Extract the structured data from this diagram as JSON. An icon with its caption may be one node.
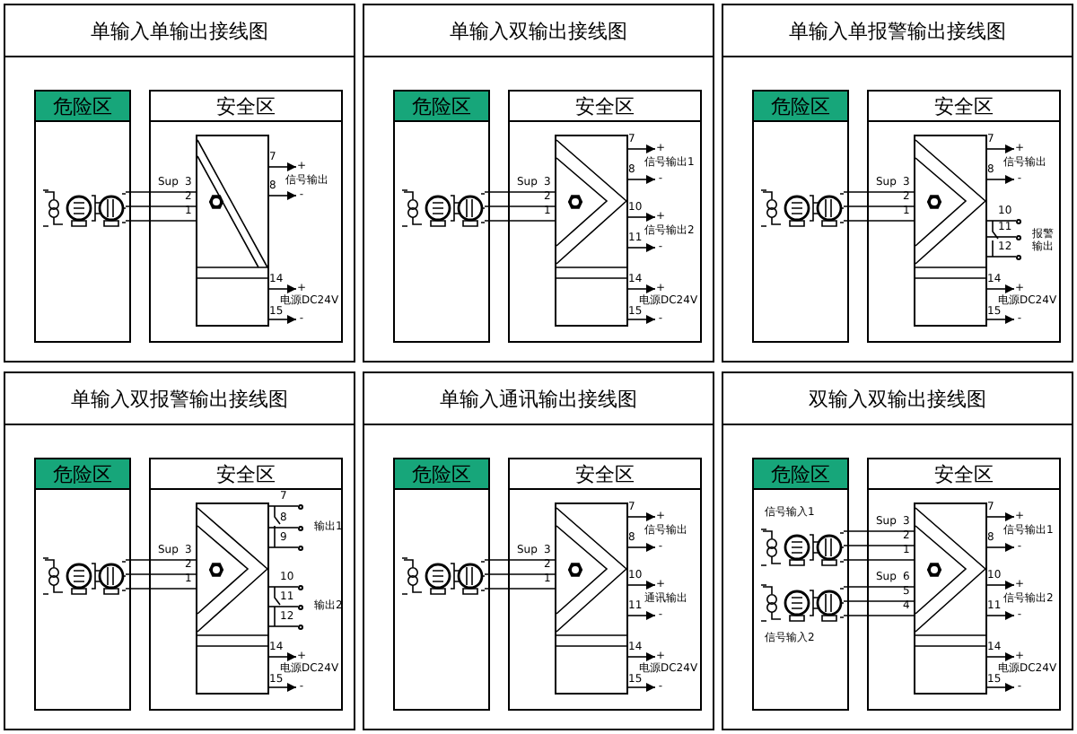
{
  "diagram": {
    "nodes": [
      {
        "text": [
          "单输入单输出接线图"
        ]
      },
      {
        "text": [
          "危险区"
        ],
        "in": 0
      },
      {
        "text": [
          "安全区"
        ],
        "in": 0
      },
      {
        "text": [],
        "shape": "box",
        "in": 2
      },
      {
        "text": [],
        "shape": "picture",
        "in": 1
      },
      {
        "text": [
          "单输入双输出接线图"
        ]
      },
      {
        "text": [
          "危险区"
        ],
        "in": 5
      },
      {
        "text": [
          "安全区"
        ],
        "in": 5
      },
      {
        "text": [],
        "shape": "box",
        "in": 7
      },
      {
        "text": [],
        "shape": "picture",
        "in": 6
      },
      {
        "text": [
          "单输入单报警输出接线图"
        ]
      },
      {
        "text": [
          "危险区"
        ],
        "in": 10
      },
      {
        "text": [
          "安全区"
        ],
        "in": 10
      },
      {
        "text": [],
        "shape": "box",
        "in": 12
      },
      {
        "text": [],
        "shape": "picture",
        "in": 11
      },
      {
        "text": [
          "单输入双报警输出接线图"
        ]
      },
      {
        "text": [
          "危险区"
        ],
        "in": 15
      },
      {
        "text": [
          "安全区"
        ],
        "in": 15
      },
      {
        "text": [],
        "shape": "box",
        "in": 17
      },
      {
        "text": [],
        "shape": "picture",
        "in": 16
      },
      {
        "text": [
          "单输入通讯输出接线图"
        ]
      },
      {
        "text": [
          "危险区"
        ],
        "in": 20
      },
      {
        "text": [
          "安全区"
        ],
        "in": 20
      },
      {
        "text": [],
        "shape": "box",
        "in": 22
      },
      {
        "text": [],
        "shape": "picture",
        "in": 21
      },
      {
        "text": [
          "双输入双输出接线图"
        ]
      },
      {
        "text": [
          "危险区"
        ],
        "in": 25
      },
      {
        "text": [
          "安全区"
        ],
        "in": 25
      },
      {
        "text": [],
        "shape": "box",
        "in": 27
      },
      {
        "text": [],
        "shape": "picture",
        "in": 26,
        "beside": [
          "信号输入1"
        ]
      },
      {
        "text": [],
        "shape": "picture",
        "in": 26,
        "beside": [
          "信号输入2"
        ]
      },
      {
        "text": [
          "+"
        ],
        "in": 2
      },
      {
        "text": [
          "-"
        ],
        "in": 2
      },
      {
        "text": [
          "+"
        ],
        "in": 2
      },
      {
        "text": [
          "-"
        ],
        "in": 2
      },
      {
        "text": [
          "+"
        ],
        "in": 7
      },
      {
        "text": [
          "-"
        ],
        "in": 7
      },
      {
        "text": [
          "+"
        ],
        "in": 7
      },
      {
        "text": [
          "-"
        ],
        "in": 7
      },
      {
        "text": [
          "+"
        ],
        "in": 7
      },
      {
        "text": [
          "-"
        ],
        "in": 7
      },
      {
        "text": [
          "+"
        ],
        "in": 12
      },
      {
        "text": [
          "-"
        ],
        "in": 12
      },
      {
        "text": [
          "+"
        ],
        "in": 12
      },
      {
        "text": [
          "-"
        ],
        "in": 12
      },
      {
        "text": [
          "+"
        ],
        "in": 17
      },
      {
        "text": [
          "-"
        ],
        "in": 17
      },
      {
        "text": [
          "+"
        ],
        "in": 22
      },
      {
        "text": [
          "-"
        ],
        "in": 22
      },
      {
        "text": [
          "+"
        ],
        "in": 22
      },
      {
        "text": [
          "-"
        ],
        "in": 22
      },
      {
        "text": [
          "+"
        ],
        "in": 22
      },
      {
        "text": [
          "-"
        ],
        "in": 22
      },
      {
        "text": [
          "+"
        ],
        "in": 27
      },
      {
        "text": [
          "-"
        ],
        "in": 27
      },
      {
        "text": [
          "+"
        ],
        "in": 27
      },
      {
        "text": [
          "-"
        ],
        "in": 27
      },
      {
        "text": [
          "+"
        ],
        "in": 27
      },
      {
        "text": [
          "-"
        ],
        "in": 27
      },
      {
        "text": [],
        "shape": "circle",
        "in": 12
      },
      {
        "text": [],
        "shape": "circle",
        "in": 12
      },
      {
        "text": [],
        "shape": "circle",
        "in": 12
      },
      {
        "text": [],
        "shape": "circle",
        "in": 17
      },
      {
        "text": [],
        "shape": "circle",
        "in": 17
      },
      {
        "text": [],
        "shape": "circle",
        "in": 17
      },
      {
        "text": [],
        "shape": "circle",
        "in": 17
      },
      {
        "text": [],
        "shape": "circle",
        "in": 17
      },
      {
        "text": [],
        "shape": "circle",
        "in": 17
      }
    ],
    "edges": [
      {
        "from": 4,
        "to": 3,
        "arrow": "none"
      },
      {
        "from": 4,
        "to": 3,
        "arrow": "none"
      },
      {
        "from": 4,
        "to": 3,
        "arrow": "none"
      },
      {
        "from": 3,
        "to": 31,
        "arrow": "to"
      },
      {
        "from": 3,
        "to": 32,
        "arrow": "to"
      },
      {
        "from": 3,
        "to": 33,
        "arrow": "to"
      },
      {
        "from": 3,
        "to": 34,
        "arrow": "to"
      },
      {
        "from": 9,
        "to": 8,
        "arrow": "none"
      },
      {
        "from": 9,
        "to": 8,
        "arrow": "none"
      },
      {
        "from": 9,
        "to": 8,
        "arrow": "none"
      },
      {
        "from": 8,
        "to": 35,
        "arrow": "to"
      },
      {
        "from": 8,
        "to": 36,
        "arrow": "to"
      },
      {
        "from": 8,
        "to": 37,
        "arrow": "to"
      },
      {
        "from": 8,
        "to": 38,
        "arrow": "to"
      },
      {
        "from": 8,
        "to": 39,
        "arrow": "to"
      },
      {
        "from": 8,
        "to": 40,
        "arrow": "to"
      },
      {
        "from": 14,
        "to": 13,
        "arrow": "none"
      },
      {
        "from": 14,
        "to": 13,
        "arrow": "none"
      },
      {
        "from": 14,
        "to": 13,
        "arrow": "none"
      },
      {
        "from": 13,
        "to": 41,
        "arrow": "to"
      },
      {
        "from": 13,
        "to": 42,
        "arrow": "to"
      },
      {
        "from": 13,
        "to": 59,
        "arrow": "none"
      },
      {
        "from": 13,
        "to": 60,
        "arrow": "none"
      },
      {
        "from": 13,
        "to": 61,
        "arrow": "none"
      },
      {
        "from": 13,
        "to": 43,
        "arrow": "to"
      },
      {
        "from": 13,
        "to": 44,
        "arrow": "to"
      },
      {
        "from": 19,
        "to": 18,
        "arrow": "none"
      },
      {
        "from": 19,
        "to": 18,
        "arrow": "none"
      },
      {
        "from": 19,
        "to": 18,
        "arrow": "none"
      },
      {
        "from": 18,
        "to": 62,
        "arrow": "none"
      },
      {
        "from": 18,
        "to": 63,
        "arrow": "none"
      },
      {
        "from": 18,
        "to": 64,
        "arrow": "none"
      },
      {
        "from": 18,
        "to": 65,
        "arrow": "none"
      },
      {
        "from": 18,
        "to": 66,
        "arrow": "none"
      },
      {
        "from": 18,
        "to": 67,
        "arrow": "none"
      },
      {
        "from": 18,
        "to": 45,
        "arrow": "to"
      },
      {
        "from": 18,
        "to": 46,
        "arrow": "to"
      },
      {
        "from": 24,
        "to": 23,
        "arrow": "none"
      },
      {
        "from": 24,
        "to": 23,
        "arrow": "none"
      },
      {
        "from": 24,
        "to": 23,
        "arrow": "none"
      },
      {
        "from": 23,
        "to": 47,
        "arrow": "to"
      },
      {
        "from": 23,
        "to": 48,
        "arrow": "to"
      },
      {
        "from": 23,
        "to": 49,
        "arrow": "to"
      },
      {
        "from": 23,
        "to": 50,
        "arrow": "to"
      },
      {
        "from": 23,
        "to": 51,
        "arrow": "to"
      },
      {
        "from": 23,
        "to": 52,
        "arrow": "to"
      },
      {
        "from": 29,
        "to": 28,
        "arrow": "none"
      },
      {
        "from": 29,
        "to": 28,
        "arrow": "none"
      },
      {
        "from": 29,
        "to": 28,
        "arrow": "none"
      },
      {
        "from": 30,
        "to": 28,
        "arrow": "none"
      },
      {
        "from": 30,
        "to": 28,
        "arrow": "none"
      },
      {
        "from": 30,
        "to": 28,
        "arrow": "none"
      },
      {
        "from": 28,
        "to": 53,
        "arrow": "to"
      },
      {
        "from": 28,
        "to": 54,
        "arrow": "to"
      },
      {
        "from": 28,
        "to": 55,
        "arrow": "to"
      },
      {
        "from": 28,
        "to": 56,
        "arrow": "to"
      },
      {
        "from": 28,
        "to": 57,
        "arrow": "to"
      },
      {
        "from": 28,
        "to": 58,
        "arrow": "to"
      }
    ],
    "labels": [
      "Sup",
      "3",
      "2",
      "1",
      "7",
      "信号输出",
      "8",
      "14",
      "电源DC24V",
      "15",
      "Sup",
      "3",
      "2",
      "1",
      "7",
      "信号输出1",
      "8",
      "10",
      "信号输出2",
      "11",
      "14",
      "电源DC24V",
      "15",
      "Sup",
      "3",
      "2",
      "1",
      "7",
      "信号输出",
      "8",
      "10",
      "11",
      "报警输出",
      "12",
      "14",
      "电源DC24V",
      "15",
      "Sup",
      "3",
      "2",
      "1",
      "7",
      "8",
      "输出1",
      "9",
      "10",
      "11",
      "输出2",
      "12",
      "14",
      "电源DC24V",
      "15",
      "Sup",
      "3",
      "2",
      "1",
      "7",
      "信号输出",
      "8",
      "10",
      "通讯输出",
      "11",
      "14",
      "电源DC24V",
      "15",
      "Sup",
      "3",
      "2",
      "1",
      "Sup",
      "6",
      "5",
      "4",
      "7",
      "信号输出1",
      "8",
      "10",
      "信号输出2",
      "11",
      "14",
      "电源DC24V",
      "15"
    ]
  }
}
